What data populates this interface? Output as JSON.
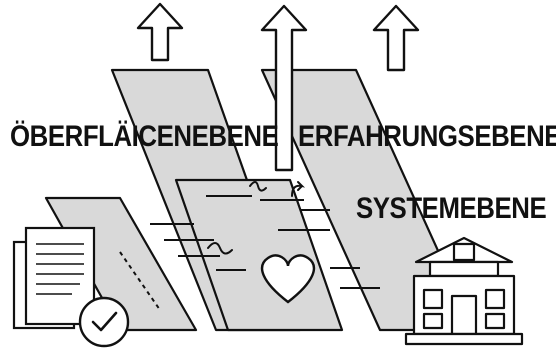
{
  "labels": {
    "surface": "ÖBERFLÄICENEBENE",
    "experience": "ERFAHRUNGSEBENE",
    "system": "SYSTEMEBENE"
  },
  "icons": [
    "arrow-up-icon",
    "document-icon",
    "checkmark-icon",
    "heart-icon",
    "building-icon",
    "squiggle-icon"
  ],
  "colors": {
    "ink": "#111111",
    "plane_fill": "#d9d9d9",
    "background": "#ffffff"
  }
}
